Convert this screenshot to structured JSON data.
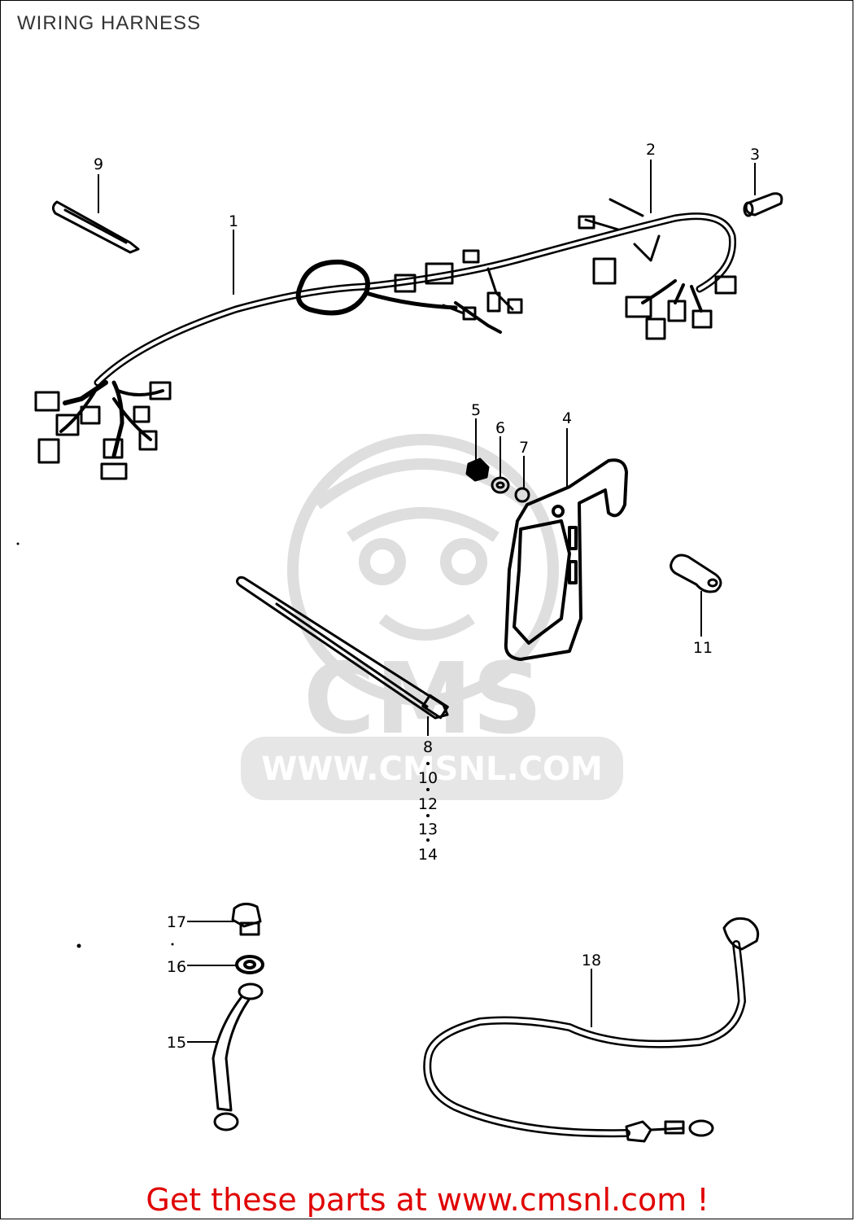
{
  "page": {
    "title": "WIRING HARNESS",
    "cta_text": "Get these parts at www.cmsnl.com !",
    "accent_color": "#e00000"
  },
  "watermark": {
    "logo_text": "CMS",
    "url_text": "WWW.CMSNL.COM",
    "color": "#dcdcdc"
  },
  "callouts": {
    "c1": "1",
    "c2": "2",
    "c3": "3",
    "c4": "4",
    "c5": "5",
    "c6": "6",
    "c7": "7",
    "c8": "8",
    "c9": "9",
    "c10": "10",
    "c11": "11",
    "c12": "12",
    "c13": "13",
    "c14": "14",
    "c15": "15",
    "c16": "16",
    "c17": "17",
    "c18": "18"
  }
}
